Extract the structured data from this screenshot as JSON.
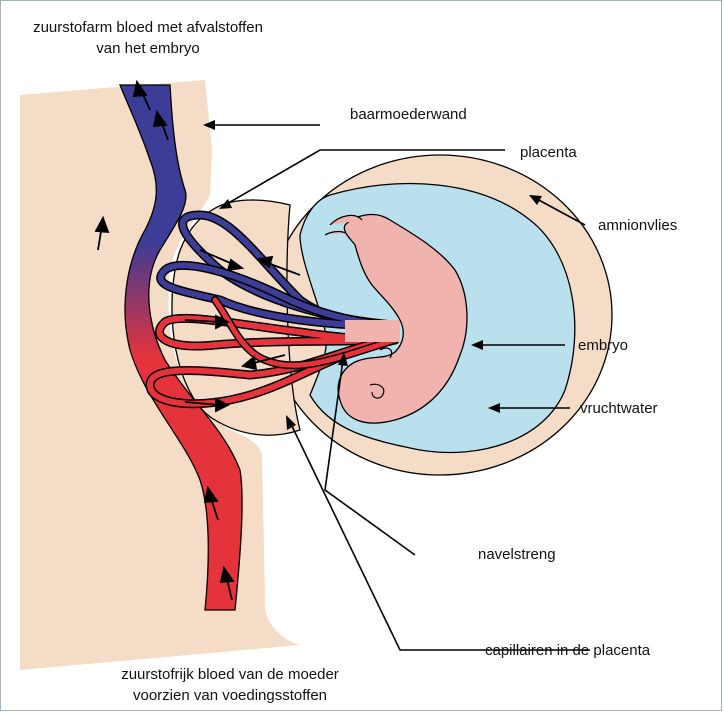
{
  "labels": {
    "top_line1": "zuurstofarm bloed met afvalstoffen",
    "top_line2": "van het embryo",
    "baarmoederwand": "baarmoederwand",
    "placenta": "placenta",
    "amnionvlies": "amnionvlies",
    "embryo": "embryo",
    "vruchtwater": "vruchtwater",
    "navelstreng": "navelstreng",
    "capillairen": "capillairen in de placenta",
    "bottom_line1": "zuurstofrijk bloed van de moeder",
    "bottom_line2": "voorzien van voedingsstoffen"
  },
  "colors": {
    "tissue": "#f5dcc6",
    "amnion_fluid": "#b9e0ec",
    "embryo": "#f1b3ae",
    "oxygen_poor": "#3d3c96",
    "oxygen_rich": "#e4333b",
    "border": "#9bb3c8"
  }
}
